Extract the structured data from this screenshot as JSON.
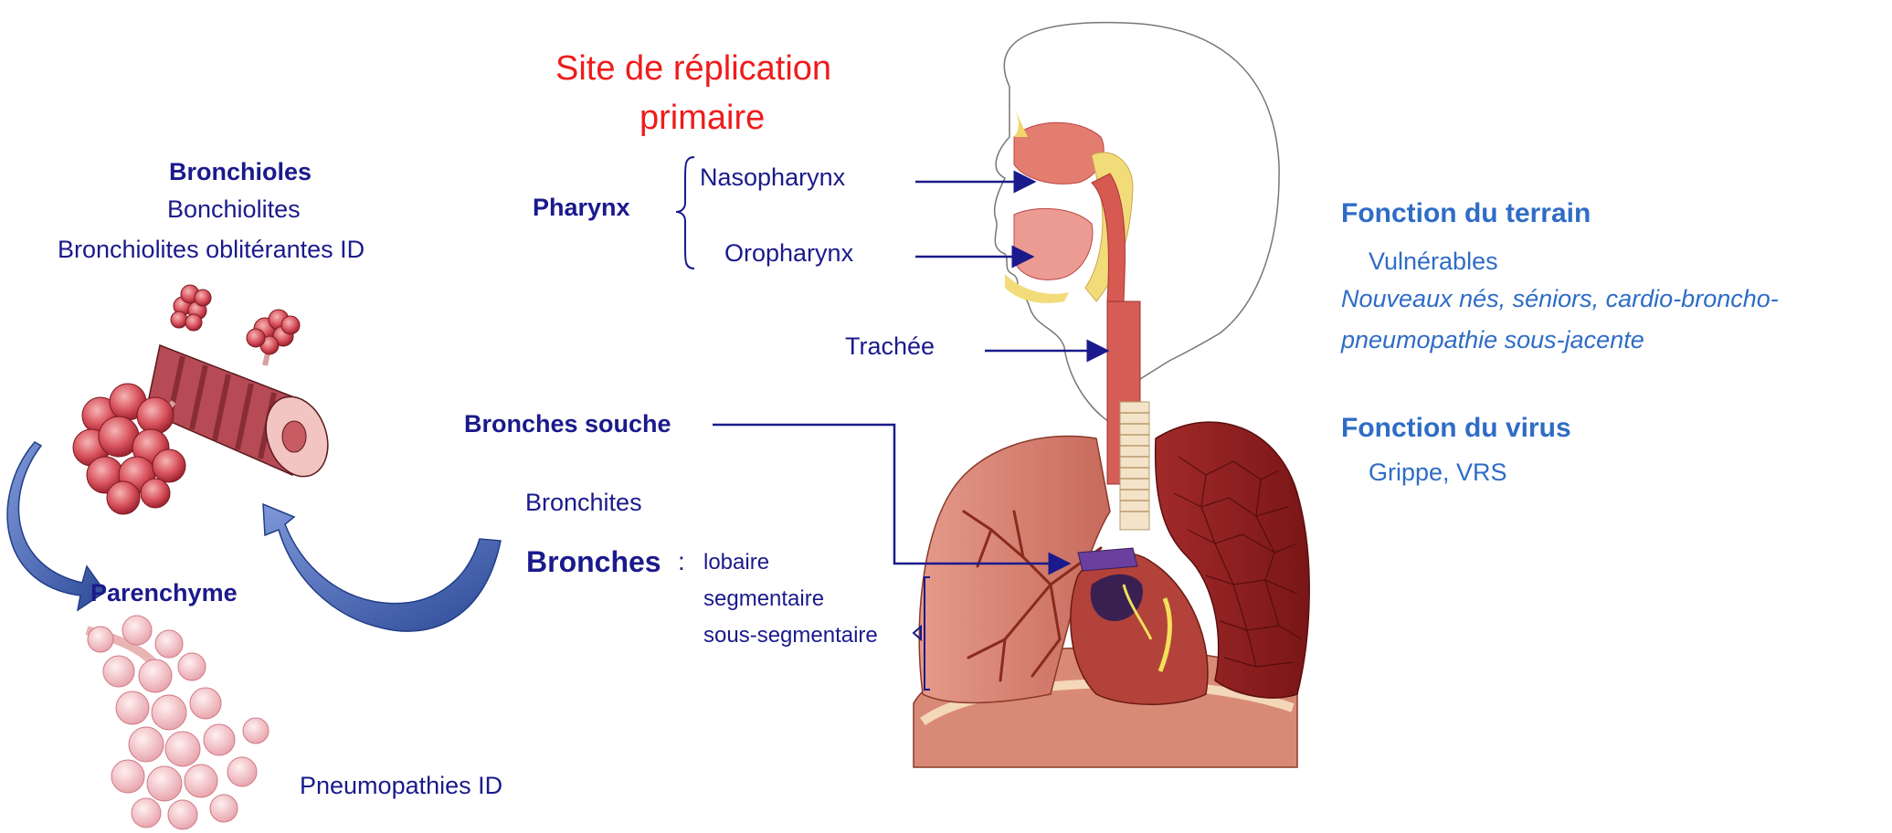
{
  "colors": {
    "navy": "#1a1a8c",
    "accent_blue": "#2f6cc6",
    "red_title": "#ee1c1c",
    "arrow_fill": "#3f5fae"
  },
  "title_line1": "Site de réplication",
  "title_line2": "primaire",
  "pharynx": {
    "label": "Pharynx",
    "naso": "Nasopharynx",
    "oro": "Oropharynx"
  },
  "trachee": "Trachée",
  "bronches_souche": "Bronches souche",
  "bronchites": "Bronchites",
  "bronches": {
    "label": "Bronches",
    "colon": ":",
    "lobaire": "lobaire",
    "segmentaire": "segmentaire",
    "sous_segmentaire": "sous-segmentaire"
  },
  "bronchioles": {
    "title": "Bronchioles",
    "line1": "Bonchiolites",
    "line2": "Bronchiolites oblitérantes ID"
  },
  "parenchyme": "Parenchyme",
  "pneumopathies": "Pneumopathies ID",
  "terrain": {
    "title": "Fonction du terrain",
    "vulnerables": "Vulnérables",
    "line1": "Nouveaux nés, séniors, cardio-broncho-",
    "line2": "pneumopathie sous-jacente"
  },
  "virus": {
    "title": "Fonction du virus",
    "line1": "Grippe, VRS"
  }
}
